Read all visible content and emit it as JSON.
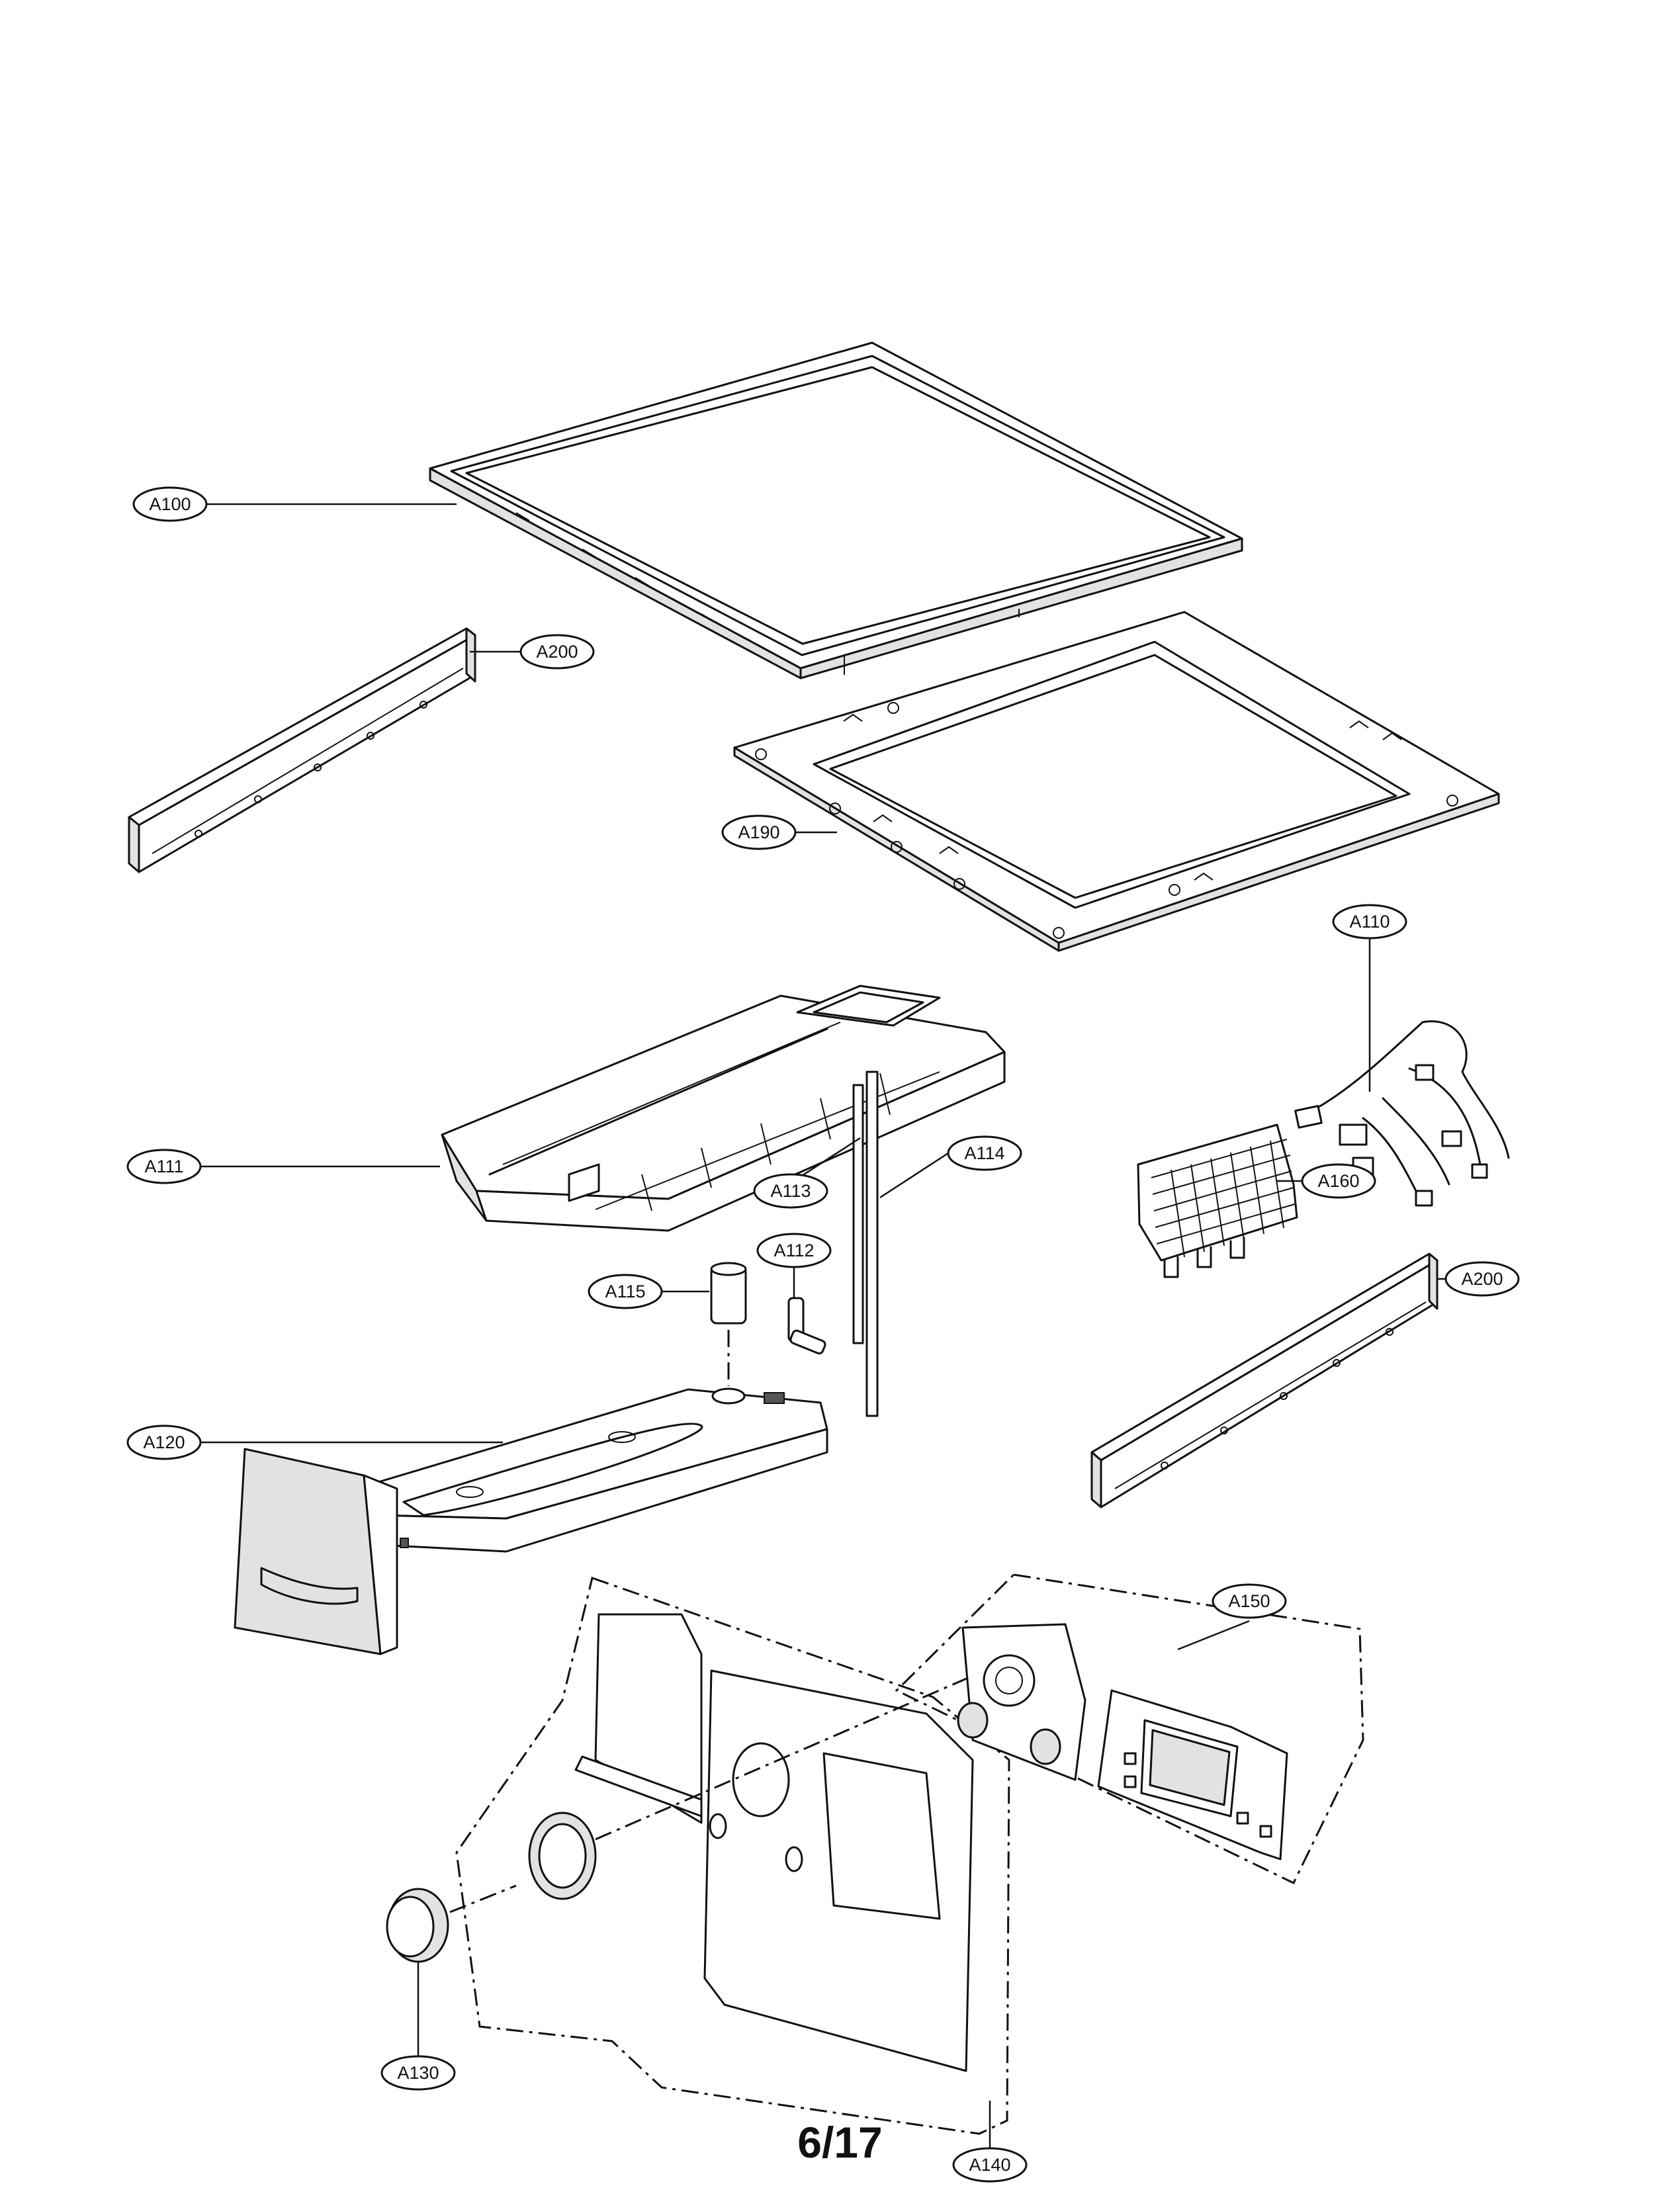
{
  "diagram": {
    "callouts": {
      "a100": "A100",
      "a200_left": "A200",
      "a190": "A190",
      "a110": "A110",
      "a160": "A160",
      "a111": "A111",
      "a114": "A114",
      "a113": "A113",
      "a112": "A112",
      "a115": "A115",
      "a200_right": "A200",
      "a120": "A120",
      "a150": "A150",
      "a130": "A130",
      "a140": "A140"
    },
    "page_number": "6/17"
  }
}
